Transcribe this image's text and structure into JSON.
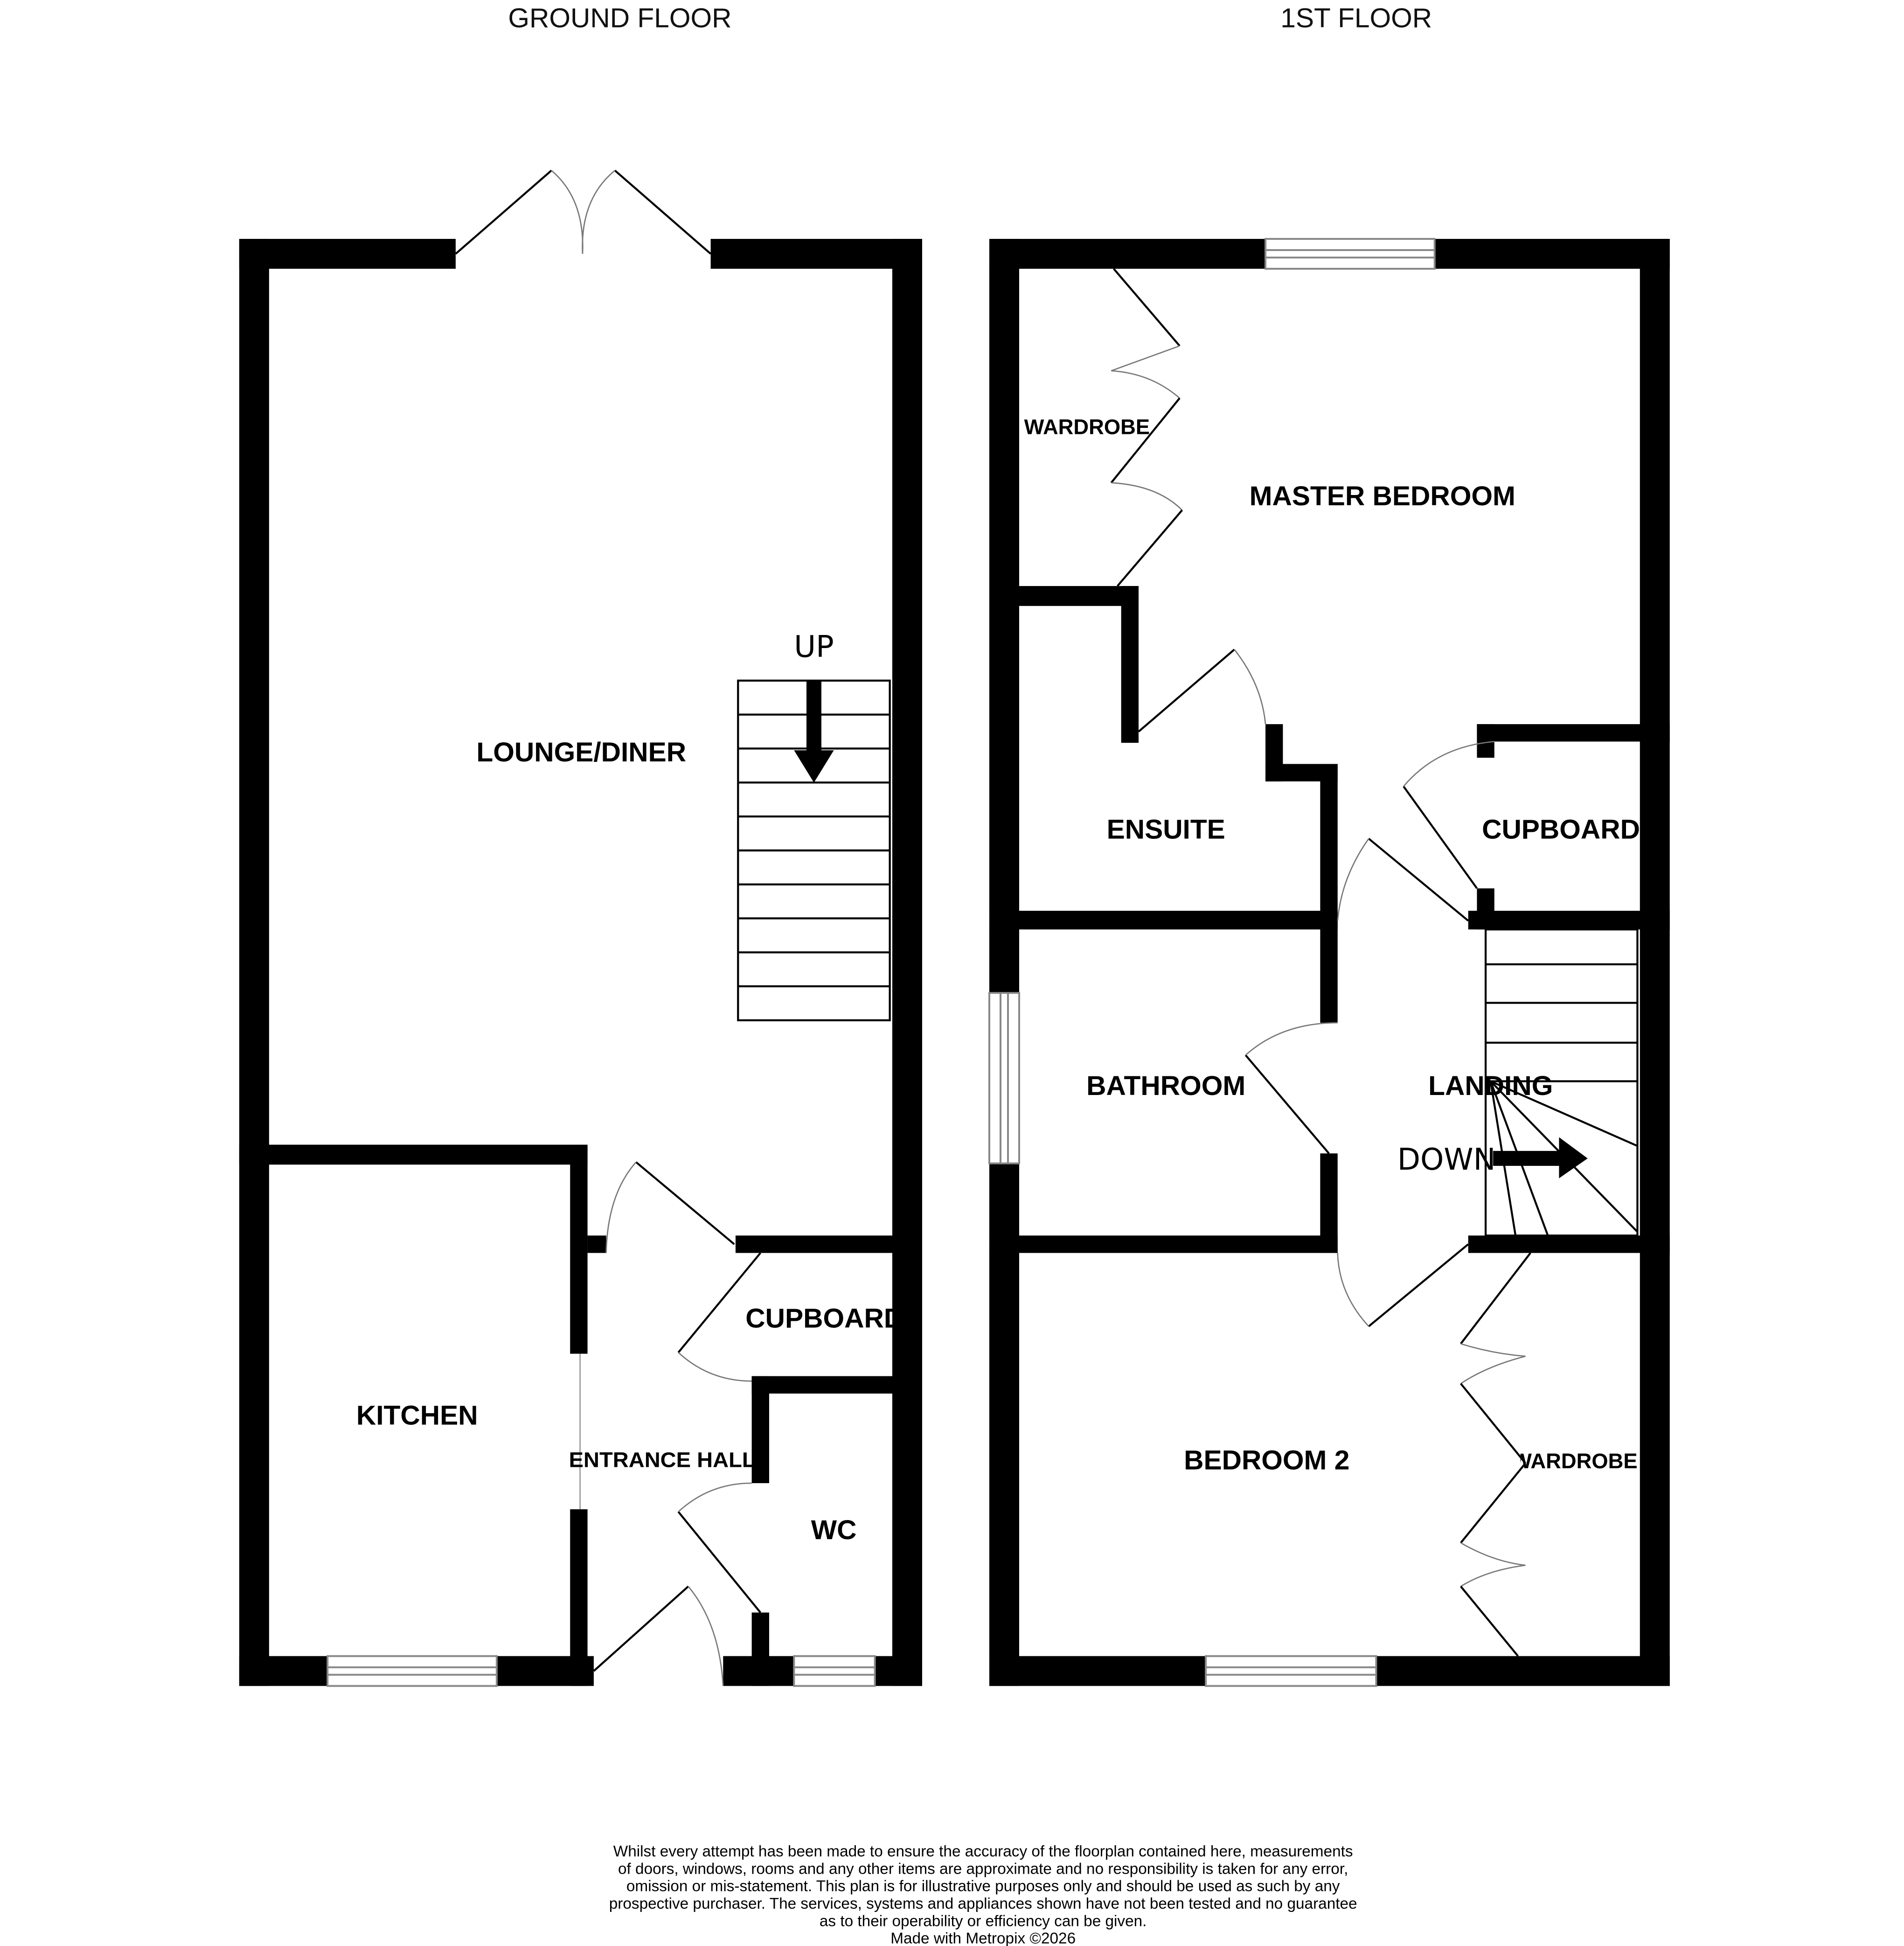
{
  "floors": [
    {
      "title": "GROUND FLOOR",
      "rooms": {
        "lounge": "LOUNGE/DINER",
        "kitchen": "KITCHEN",
        "hall": "ENTRANCE HALL",
        "cupboard": "CUPBOARD",
        "wc": "WC"
      },
      "stairs_label": "UP"
    },
    {
      "title": "1ST FLOOR",
      "rooms": {
        "master": "MASTER BEDROOM",
        "wardrobe1": "WARDROBE",
        "ensuite": "ENSUITE",
        "cupboard": "CUPBOARD",
        "bathroom": "BATHROOM",
        "landing": "LANDING",
        "bedroom2": "BEDROOM 2",
        "wardrobe2": "WARDROBE"
      },
      "stairs_label": "DOWN"
    }
  ],
  "disclaimer": [
    "Whilst every attempt has been made to ensure the accuracy of the floorplan contained here, measurements",
    "of doors, windows, rooms and any other items are approximate and no responsibility is taken for any error,",
    "omission or mis-statement. This plan is for illustrative purposes only and should be used as such by any",
    "prospective purchaser. The services, systems and appliances shown have not been tested and no guarantee",
    "as to their operability or efficiency can be given."
  ],
  "credit": "Made with Metropix ©2026",
  "colors": {
    "wall": "#000000",
    "window": "#888888",
    "background": "#ffffff"
  }
}
